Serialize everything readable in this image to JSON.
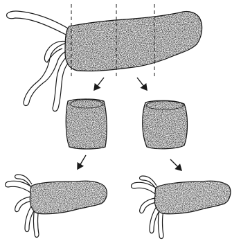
{
  "figure": {
    "labels": [],
    "colors": {
      "background": "#ffffff",
      "ink": "#1a1a1a",
      "stipple": "#2a2a2a"
    },
    "panels": [
      "original-hydra-body-with-tentacles",
      "cut-lines-three-dashed",
      "middle-section-left",
      "middle-section-right",
      "regenerated-hydra-left",
      "regenerated-hydra-right"
    ]
  }
}
